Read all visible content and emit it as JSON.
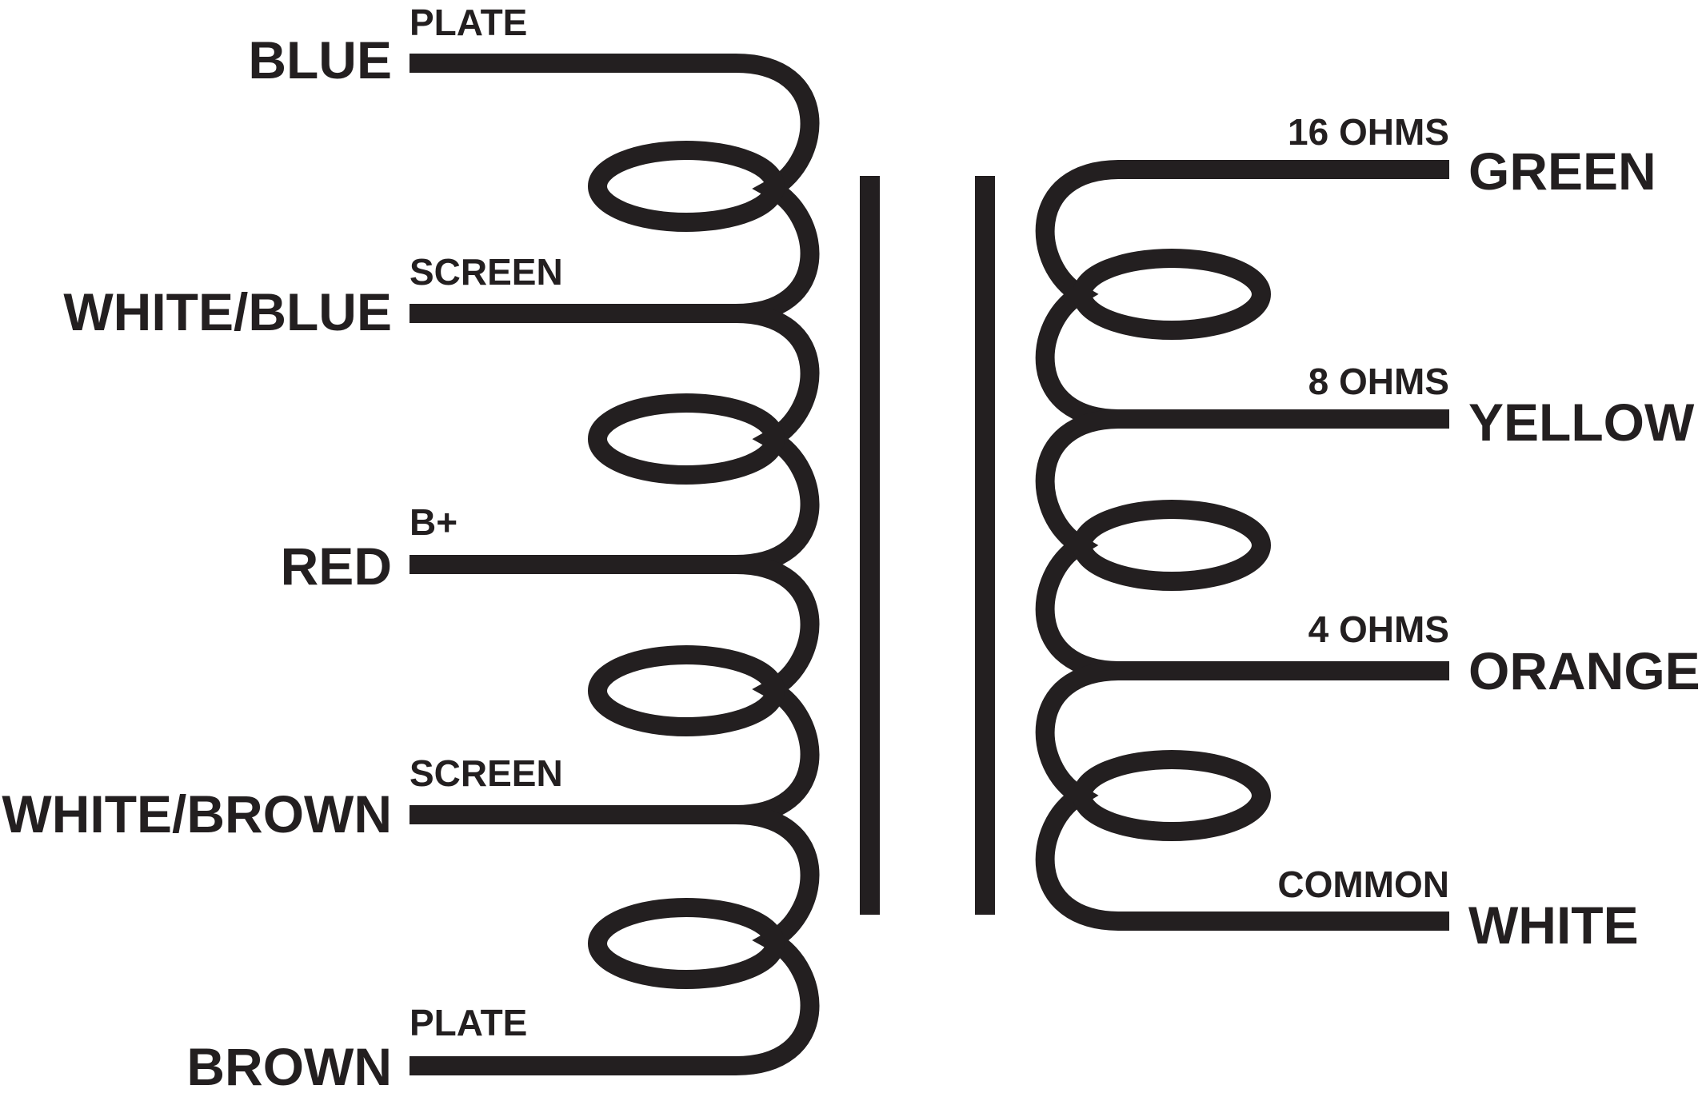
{
  "primary": {
    "leads": [
      {
        "color": "BLUE",
        "function": "PLATE"
      },
      {
        "color": "WHITE/BLUE",
        "function": "SCREEN"
      },
      {
        "color": "RED",
        "function": "B+"
      },
      {
        "color": "WHITE/BROWN",
        "function": "SCREEN"
      },
      {
        "color": "BROWN",
        "function": "PLATE"
      }
    ]
  },
  "secondary": {
    "leads": [
      {
        "color": "GREEN",
        "tap": "16 OHMS"
      },
      {
        "color": "YELLOW",
        "tap": "8 OHMS"
      },
      {
        "color": "ORANGE",
        "tap": "4 OHMS"
      },
      {
        "color": "WHITE",
        "tap": "COMMON"
      }
    ]
  },
  "colors": {
    "ink": "#231f20",
    "background": "#ffffff"
  }
}
